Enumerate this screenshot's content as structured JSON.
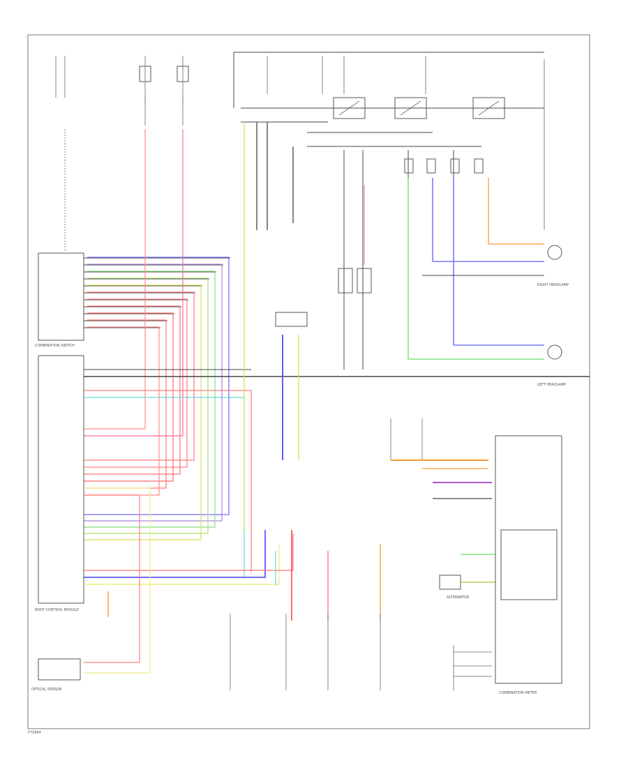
{
  "page_footer_code": "F70884",
  "components": {
    "combination_switch": "COMBINATION SWITCH",
    "bcm": "BODY CONTROL MODULE",
    "optical_sensor": "OPTICAL SENSOR",
    "right_headlamp": "RIGHT HEADLAMP",
    "left_headlamp": "LEFT HEADLAMP",
    "alternator": "ALTERNATOR",
    "combination_meter": "COMBINATION METER"
  },
  "colors": {
    "red": "#ff7a7a",
    "pink": "#ff66aa",
    "blue": "#5a5aff",
    "green": "#66dd66",
    "yellow": "#dddd55",
    "orange": "#ff9933",
    "cyan": "#66dddd",
    "purple": "#aa55cc",
    "black": "#444444"
  }
}
